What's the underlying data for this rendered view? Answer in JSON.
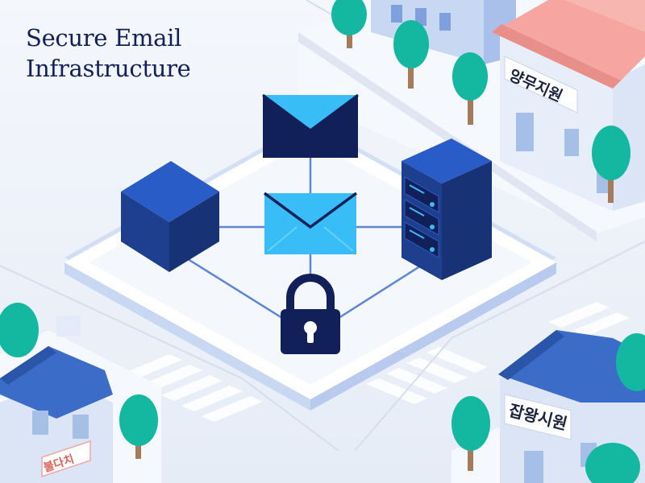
{
  "title": {
    "line1": "Secure Email",
    "line2": "Infrastructure"
  },
  "signs": {
    "top_right": "양무지원",
    "bottom_right": "잡왕시원",
    "bottom_left": "불다치"
  },
  "colors": {
    "background": "#eef2f8",
    "navy": "#12205a",
    "dark_blue": "#1e3f8e",
    "mid_blue": "#2a5cc8",
    "cyan": "#38bdf6",
    "tree_green": "#14b8a0",
    "roof_pink": "#f6a5a0",
    "roof_blue": "#3a6cc8"
  },
  "icons": [
    "envelope-icon",
    "cube-icon",
    "server-rack-icon",
    "padlock-icon",
    "tree-icon",
    "building-icon"
  ]
}
